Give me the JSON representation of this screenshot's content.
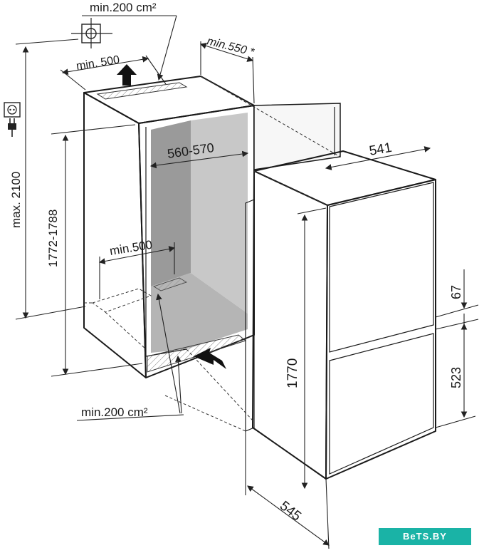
{
  "labels": {
    "top_vent": "min.200 cm²",
    "depth_door": "min.550 *",
    "top_opening": "min. 500",
    "max_height": "max. 2100",
    "niche_height": "1772-1788",
    "niche_width": "560-570",
    "floor_opening": "min.500",
    "bottom_vent": "min.200 cm²",
    "appliance_width": "541",
    "appliance_height": "1770",
    "door_gap": "67",
    "freezer_height": "523",
    "appliance_depth": "545"
  },
  "brand": "BeTS.BY",
  "colors": {
    "niche_back": "#9a9a9a",
    "niche_side": "#c8c8c8",
    "niche_floor": "#b5b5b5",
    "badge": "#1ab3a6"
  },
  "icons": [
    "crosshair-socket-icon",
    "power-outlet-icon",
    "power-plug-icon",
    "airflow-arrow-icon"
  ]
}
